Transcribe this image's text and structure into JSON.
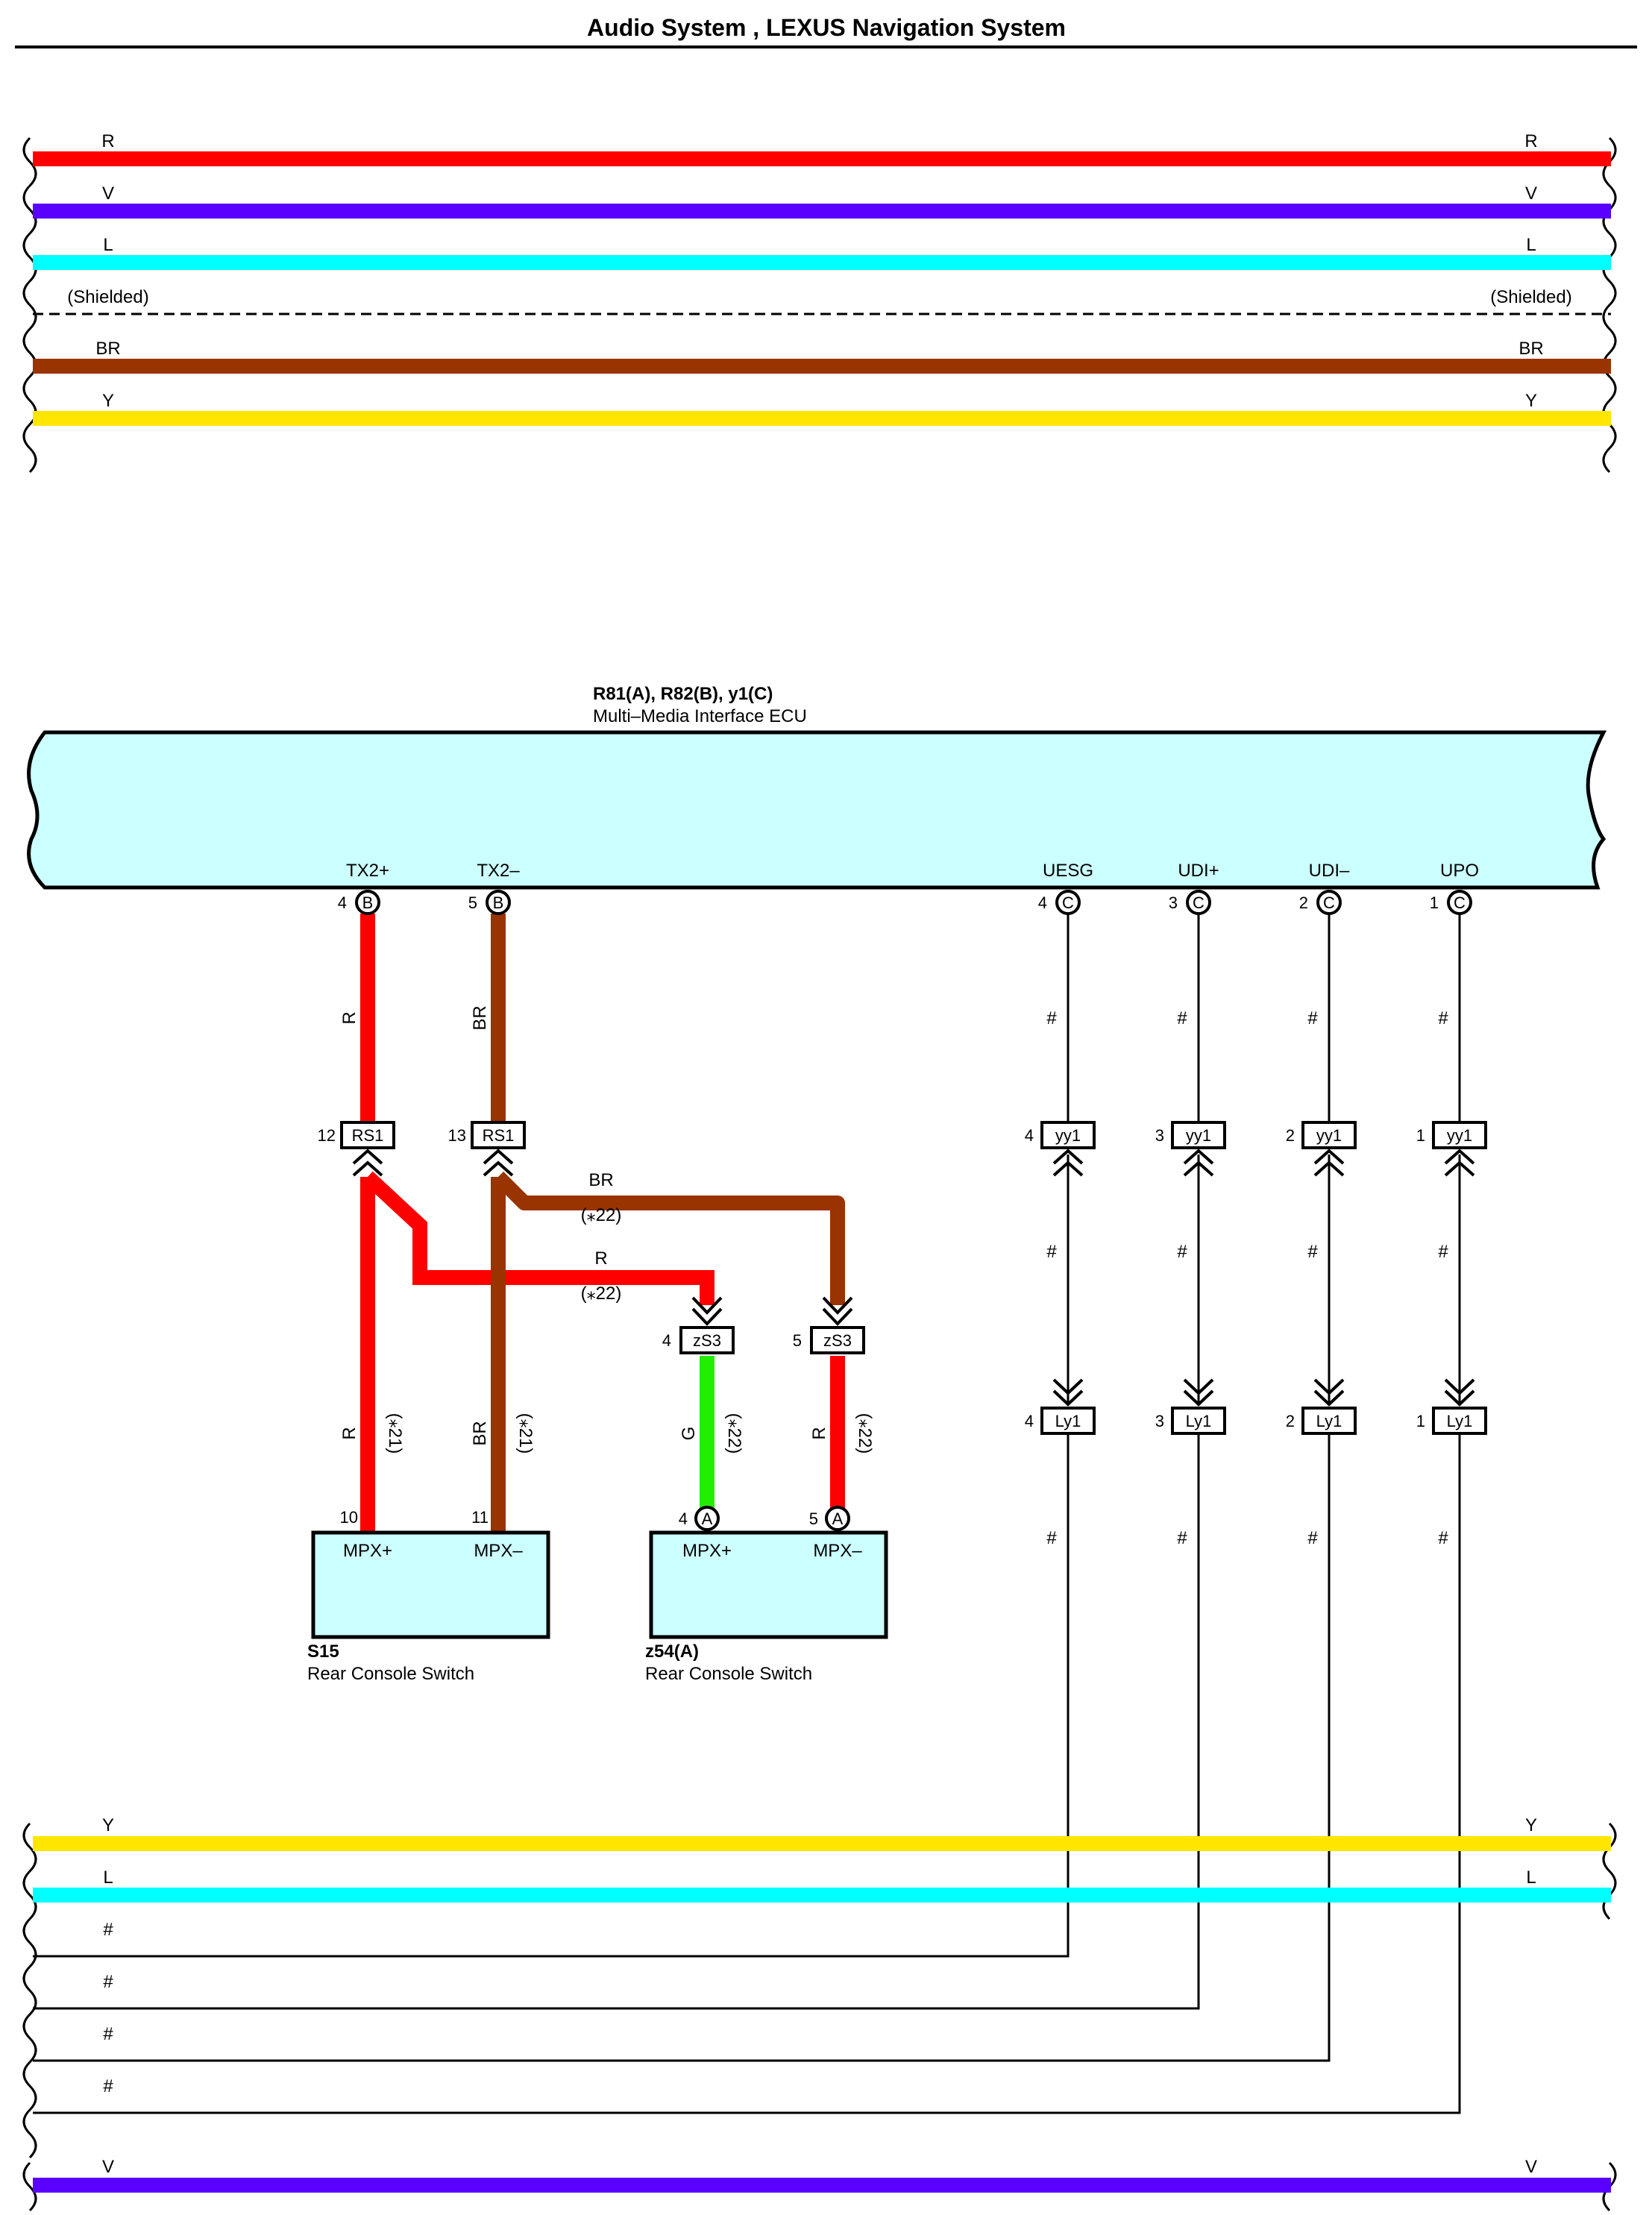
{
  "header": {
    "title": "Audio System , LEXUS Navigation System"
  },
  "colors": {
    "R": "#ff0000",
    "V": "#5a00ff",
    "L": "#00ffff",
    "BR": "#993300",
    "Y": "#ffe600",
    "G": "#22ee00",
    "component_fill": "#ccffff",
    "line": "#000000"
  },
  "top_bus": [
    {
      "label": "R",
      "color_key": "R"
    },
    {
      "label": "V",
      "color_key": "V"
    },
    {
      "label": "L",
      "color_key": "L"
    },
    {
      "label": "(Shielded)",
      "color_key": "shield"
    },
    {
      "label": "BR",
      "color_key": "BR"
    },
    {
      "label": "Y",
      "color_key": "Y"
    }
  ],
  "ecu": {
    "codes": "R81(A), R82(B), y1(C)",
    "name": "Multi–Media Interface ECU",
    "terminals": [
      {
        "name": "TX2+",
        "pin": "4",
        "conn": "B"
      },
      {
        "name": "TX2–",
        "pin": "5",
        "conn": "B"
      },
      {
        "name": "UESG",
        "pin": "4",
        "conn": "C"
      },
      {
        "name": "UDI+",
        "pin": "3",
        "conn": "C"
      },
      {
        "name": "UDI–",
        "pin": "2",
        "conn": "C"
      },
      {
        "name": "UPO",
        "pin": "1",
        "conn": "C"
      }
    ]
  },
  "wire_labels": {
    "tx_plus": "R",
    "tx_minus": "BR",
    "hash": "#",
    "branch_br": "BR",
    "branch_br_note": "(⁎22)",
    "branch_r": "R",
    "branch_r_note": "(⁎22)",
    "s15_r": "R",
    "s15_r_note": "(⁎21)",
    "s15_br": "BR",
    "s15_br_note": "(⁎21)",
    "z54_g": "G",
    "z54_g_note": "(⁎22)",
    "z54_r": "R",
    "z54_r_note": "(⁎22)"
  },
  "junctions": {
    "rs1": [
      {
        "pin": "12",
        "name": "RS1"
      },
      {
        "pin": "13",
        "name": "RS1"
      }
    ],
    "zs3": [
      {
        "pin": "4",
        "name": "zS3"
      },
      {
        "pin": "5",
        "name": "zS3"
      }
    ],
    "yy1": [
      {
        "pin": "4",
        "name": "yy1"
      },
      {
        "pin": "3",
        "name": "yy1"
      },
      {
        "pin": "2",
        "name": "yy1"
      },
      {
        "pin": "1",
        "name": "yy1"
      }
    ],
    "ly1": [
      {
        "pin": "4",
        "name": "Ly1"
      },
      {
        "pin": "3",
        "name": "Ly1"
      },
      {
        "pin": "2",
        "name": "Ly1"
      },
      {
        "pin": "1",
        "name": "Ly1"
      }
    ]
  },
  "components": [
    {
      "code": "S15",
      "name": "Rear Console Switch",
      "pins": [
        {
          "pin": "10",
          "name": "MPX+"
        },
        {
          "pin": "11",
          "name": "MPX–"
        }
      ]
    },
    {
      "code": "z54(A)",
      "name": "Rear Console Switch",
      "pins": [
        {
          "pin": "4",
          "conn": "A",
          "name": "MPX+"
        },
        {
          "pin": "5",
          "conn": "A",
          "name": "MPX–"
        }
      ]
    }
  ],
  "bottom_bus": [
    {
      "label": "Y",
      "color_key": "Y"
    },
    {
      "label": "L",
      "color_key": "L"
    },
    {
      "label": "#",
      "color_key": "black"
    },
    {
      "label": "#",
      "color_key": "black"
    },
    {
      "label": "#",
      "color_key": "black"
    },
    {
      "label": "#",
      "color_key": "black"
    },
    {
      "label": "V",
      "color_key": "V"
    }
  ]
}
